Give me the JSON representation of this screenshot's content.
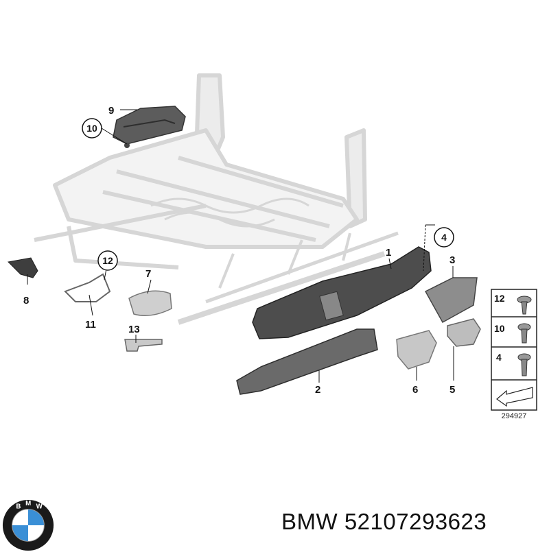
{
  "diagram": {
    "callouts": {
      "p1": "1",
      "p2": "2",
      "p3": "3",
      "p4": "4",
      "p5": "5",
      "p6": "6",
      "p7": "7",
      "p8": "8",
      "p9": "9",
      "p10": "10",
      "p11": "11",
      "p12": "12",
      "p13": "13"
    },
    "legend": {
      "items": [
        "12",
        "10",
        "4"
      ],
      "ref_number": "294927"
    }
  },
  "footer": {
    "brand": "BMW",
    "part_number": "52107293623",
    "logo_letters": "BMW"
  },
  "colors": {
    "frame": "#d8d8d8",
    "part_dark": "#5a5a5a",
    "part_light": "#c8c8c8",
    "bmw_blue": "#3a8fd6"
  }
}
